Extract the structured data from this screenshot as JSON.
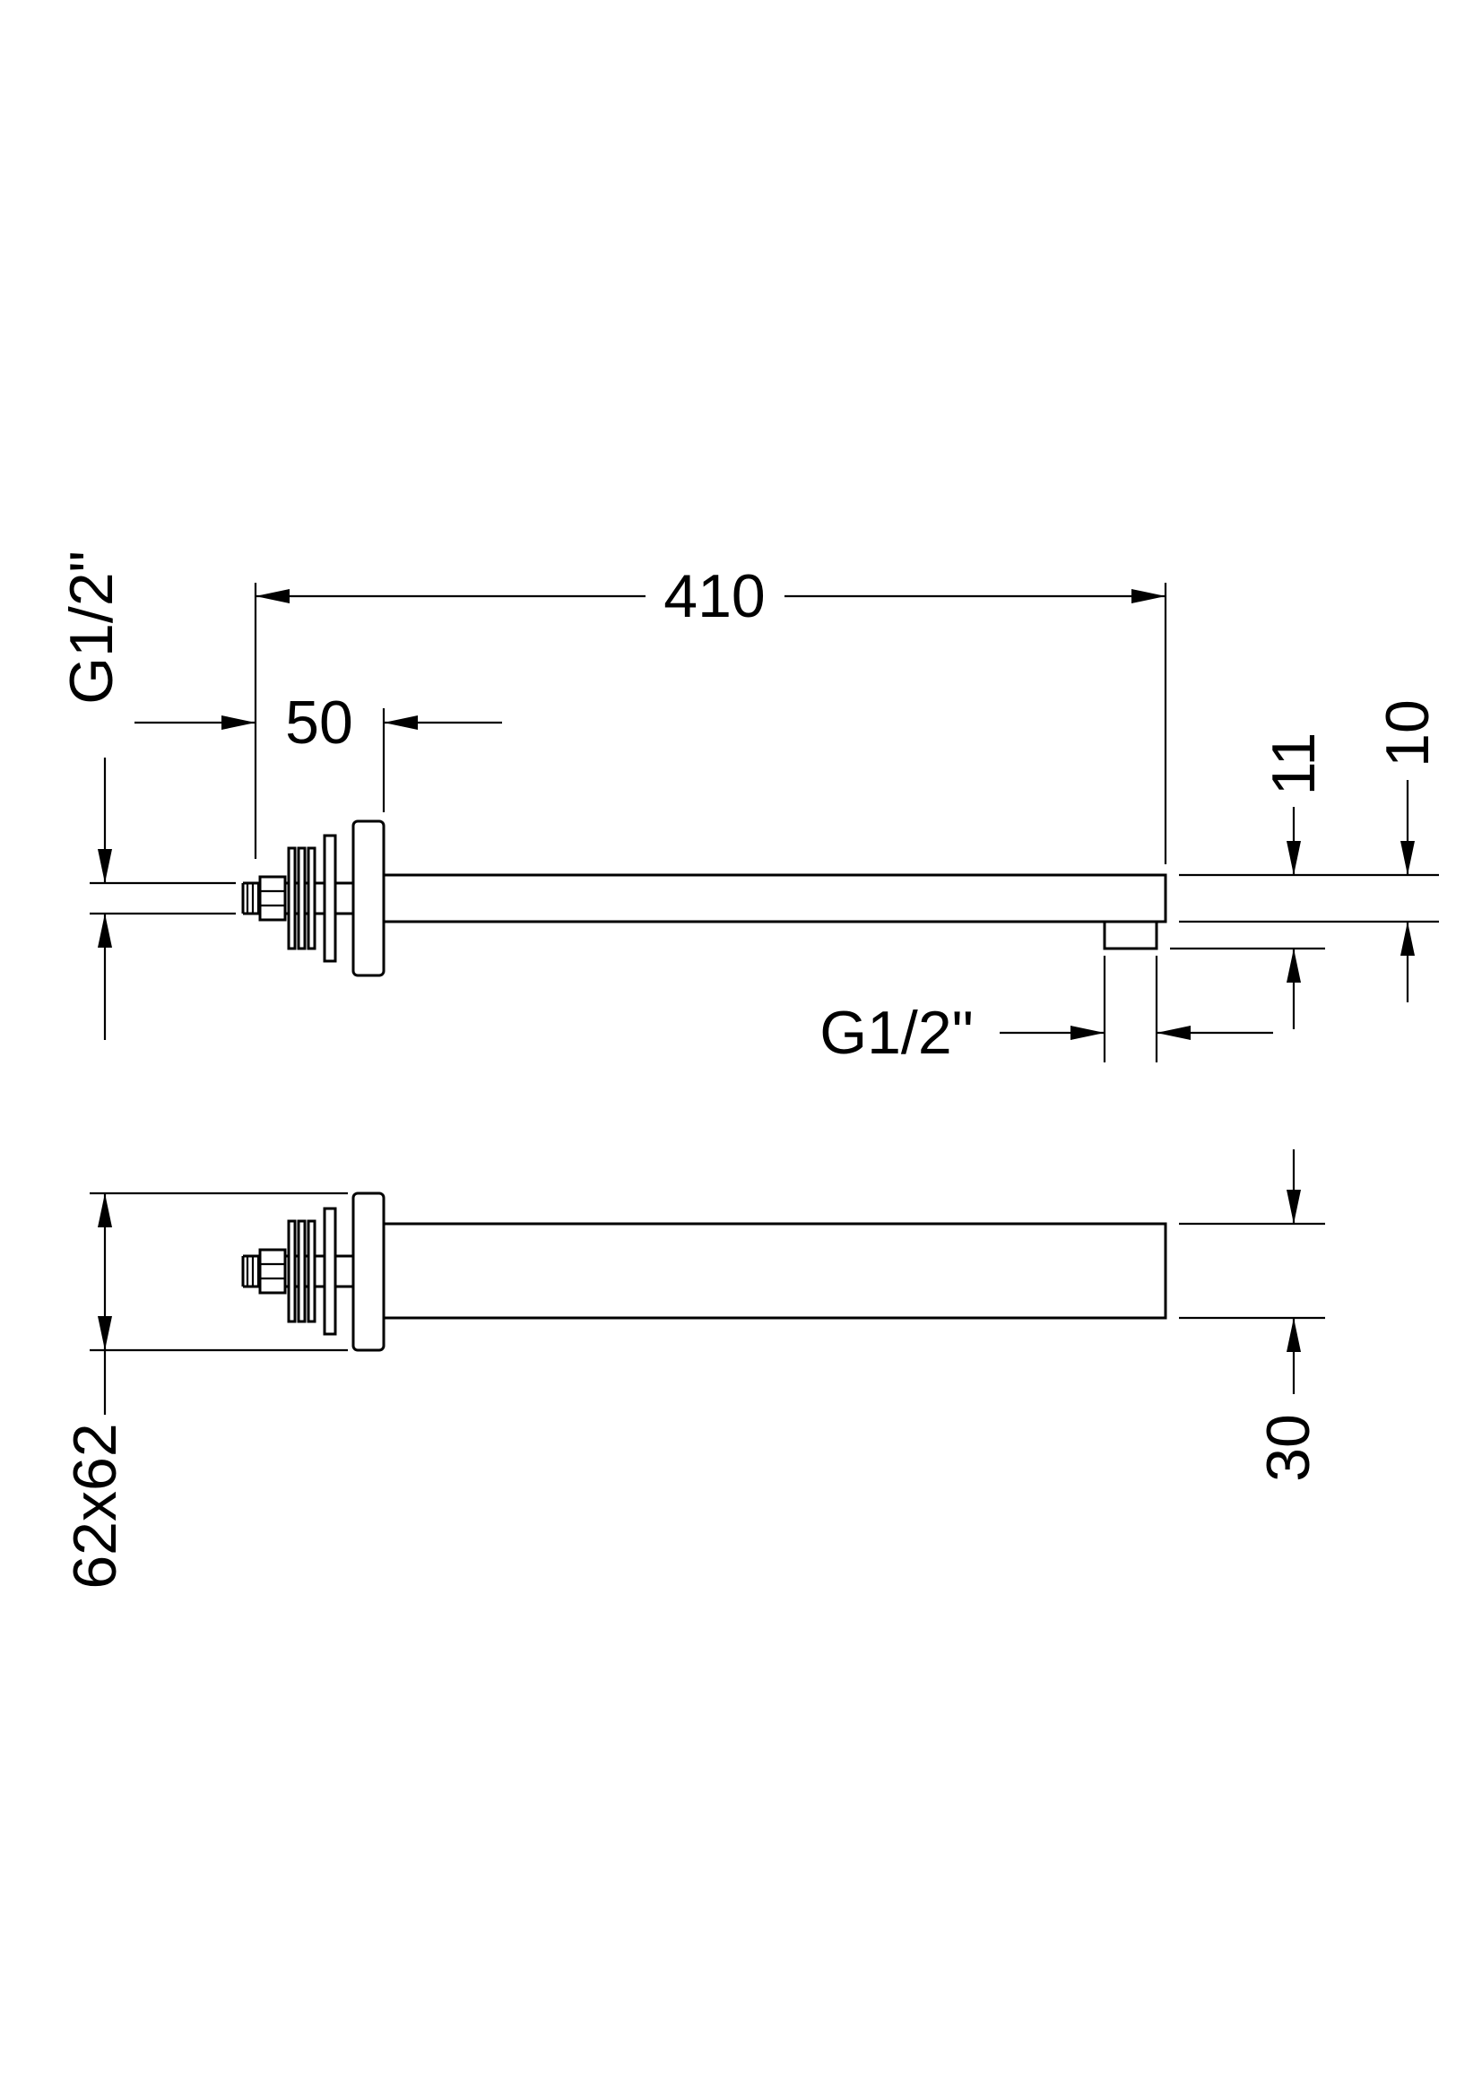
{
  "page": {
    "background": "#ffffff",
    "ink": "#000000",
    "kind": "technical dimension drawing",
    "subject": "square wall-mounted shower arm, side view and plan view"
  },
  "labels": {
    "arm_length": "410",
    "wall_fixing_depth": "50",
    "inlet_thread": "G1/2\"",
    "outlet_thread": "G1/2\"",
    "end_height": "11",
    "arm_thickness": "10",
    "wall_plate_size": "62x62",
    "arm_width": "30"
  }
}
